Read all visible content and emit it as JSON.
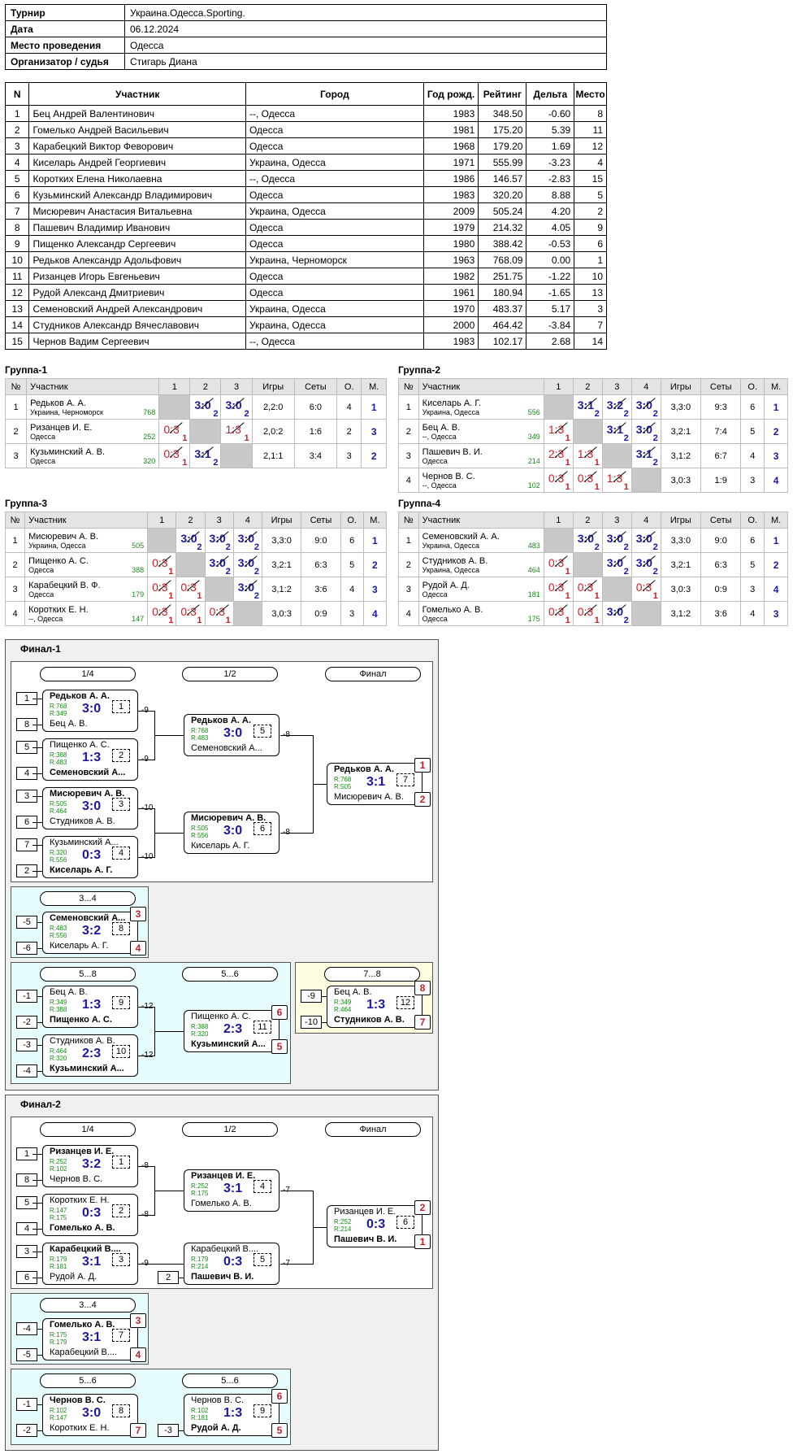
{
  "info": {
    "rows": [
      {
        "k": "Турнир",
        "v": "Украина.Одесса.Sporting."
      },
      {
        "k": "Дата",
        "v": "06.12.2024"
      },
      {
        "k": "Место проведения",
        "v": "Одесса"
      },
      {
        "k": "Организатор / судья",
        "v": "Стигарь Диана"
      }
    ]
  },
  "participants": {
    "headers": [
      "N",
      "Участник",
      "Город",
      "Год рожд.",
      "Рейтинг",
      "Дельта",
      "Место"
    ],
    "rows": [
      [
        "1",
        "Бец Андрей Валентинович",
        "--, Одесса",
        "1983",
        "348.50",
        "-0.60",
        "8"
      ],
      [
        "2",
        "Гомелько Андрей Васильевич",
        "Одесса",
        "1981",
        "175.20",
        "5.39",
        "11"
      ],
      [
        "3",
        "Карабецкий Виктор Феворович",
        "Одесса",
        "1968",
        "179.20",
        "1.69",
        "12"
      ],
      [
        "4",
        "Киселарь Андрей Георгиевич",
        "Украина, Одесса",
        "1971",
        "555.99",
        "-3.23",
        "4"
      ],
      [
        "5",
        "Коротких Елена Николаевна",
        "--, Одесса",
        "1986",
        "146.57",
        "-2.83",
        "15"
      ],
      [
        "6",
        "Кузьминский Александр Владимирович",
        "Одесса",
        "1983",
        "320.20",
        "8.88",
        "5"
      ],
      [
        "7",
        "Мисюревич Анастасия Витальевна",
        "Украина, Одесса",
        "2009",
        "505.24",
        "4.20",
        "2"
      ],
      [
        "8",
        "Пашевич Владимир Иванович",
        "Одесса",
        "1979",
        "214.32",
        "4.05",
        "9"
      ],
      [
        "9",
        "Пищенко Александр Сергеевич",
        "Одесса",
        "1980",
        "388.42",
        "-0.53",
        "6"
      ],
      [
        "10",
        "Редьков Александр Адольфович",
        "Украина, Черноморск",
        "1963",
        "768.09",
        "0.00",
        "1"
      ],
      [
        "11",
        "Ризанцев Игорь Евгеньевич",
        "Одесса",
        "1982",
        "251.75",
        "-1.22",
        "10"
      ],
      [
        "12",
        "Рудой Александ Дмитриевич",
        "Одесса",
        "1961",
        "180.94",
        "-1.65",
        "13"
      ],
      [
        "13",
        "Семеновский Андрей Александрович",
        "Украина, Одесса",
        "1970",
        "483.37",
        "5.17",
        "3"
      ],
      [
        "14",
        "Студников Александр Вячеславович",
        "Украина, Одесса",
        "2000",
        "464.42",
        "-3.84",
        "7"
      ],
      [
        "15",
        "Чернов Вадим Сергеевич",
        "--, Одесса",
        "1983",
        "102.17",
        "2.68",
        "14"
      ]
    ]
  },
  "group_headers": {
    "num": "№",
    "name": "Участник",
    "games": "Игры",
    "sets": "Сеты",
    "o": "О.",
    "m": "М."
  },
  "groups": [
    {
      "title": "Группа-1",
      "cols": [
        "1",
        "2",
        "3"
      ],
      "rows": [
        {
          "n": "1",
          "name": "Редьков А. А.",
          "city": "Украина, Черноморск",
          "r": "768",
          "cells": [
            null,
            [
              "3:0",
              "2",
              "w"
            ],
            [
              "3:0",
              "2",
              "w"
            ]
          ],
          "games": "2,2:0",
          "sets": "6:0",
          "o": "4",
          "m": "1"
        },
        {
          "n": "2",
          "name": "Ризанцев И. Е.",
          "city": "Одесса",
          "r": "252",
          "cells": [
            [
              "0:3",
              "1",
              "l"
            ],
            null,
            [
              "1:3",
              "1",
              "l"
            ]
          ],
          "games": "2,0:2",
          "sets": "1:6",
          "o": "2",
          "m": "3"
        },
        {
          "n": "3",
          "name": "Кузьминский А. В.",
          "city": "Одесса",
          "r": "320",
          "cells": [
            [
              "0:3",
              "1",
              "l"
            ],
            [
              "3:1",
              "2",
              "w"
            ],
            null
          ],
          "games": "2,1:1",
          "sets": "3:4",
          "o": "3",
          "m": "2"
        }
      ]
    },
    {
      "title": "Группа-2",
      "cols": [
        "1",
        "2",
        "3",
        "4"
      ],
      "rows": [
        {
          "n": "1",
          "name": "Киселарь А. Г.",
          "city": "Украина, Одесса",
          "r": "556",
          "cells": [
            null,
            [
              "3:1",
              "2",
              "w"
            ],
            [
              "3:2",
              "2",
              "w"
            ],
            [
              "3:0",
              "2",
              "w"
            ]
          ],
          "games": "3,3:0",
          "sets": "9:3",
          "o": "6",
          "m": "1"
        },
        {
          "n": "2",
          "name": "Бец А. В.",
          "city": "--, Одесса",
          "r": "349",
          "cells": [
            [
              "1:3",
              "1",
              "l"
            ],
            null,
            [
              "3:1",
              "2",
              "w"
            ],
            [
              "3:0",
              "2",
              "w"
            ]
          ],
          "games": "3,2:1",
          "sets": "7:4",
          "o": "5",
          "m": "2"
        },
        {
          "n": "3",
          "name": "Пашевич В. И.",
          "city": "Одесса",
          "r": "214",
          "cells": [
            [
              "2:3",
              "1",
              "l"
            ],
            [
              "1:3",
              "1",
              "l"
            ],
            null,
            [
              "3:1",
              "2",
              "w"
            ]
          ],
          "games": "3,1:2",
          "sets": "6:7",
          "o": "4",
          "m": "3"
        },
        {
          "n": "4",
          "name": "Чернов В. С.",
          "city": "--, Одесса",
          "r": "102",
          "cells": [
            [
              "0:3",
              "1",
              "l"
            ],
            [
              "0:3",
              "1",
              "l"
            ],
            [
              "1:3",
              "1",
              "l"
            ],
            null
          ],
          "games": "3,0:3",
          "sets": "1:9",
          "o": "3",
          "m": "4"
        }
      ]
    },
    {
      "title": "Группа-3",
      "cols": [
        "1",
        "2",
        "3",
        "4"
      ],
      "rows": [
        {
          "n": "1",
          "name": "Мисюревич А. В.",
          "city": "Украина, Одесса",
          "r": "505",
          "cells": [
            null,
            [
              "3:0",
              "2",
              "w"
            ],
            [
              "3:0",
              "2",
              "w"
            ],
            [
              "3:0",
              "2",
              "w"
            ]
          ],
          "games": "3,3:0",
          "sets": "9:0",
          "o": "6",
          "m": "1"
        },
        {
          "n": "2",
          "name": "Пищенко А. С.",
          "city": "Одесса",
          "r": "388",
          "cells": [
            [
              "0:3",
              "1",
              "l"
            ],
            null,
            [
              "3:0",
              "2",
              "w"
            ],
            [
              "3:0",
              "2",
              "w"
            ]
          ],
          "games": "3,2:1",
          "sets": "6:3",
          "o": "5",
          "m": "2"
        },
        {
          "n": "3",
          "name": "Карабецкий В. Ф.",
          "city": "Одесса",
          "r": "179",
          "cells": [
            [
              "0:3",
              "1",
              "l"
            ],
            [
              "0:3",
              "1",
              "l"
            ],
            null,
            [
              "3:0",
              "2",
              "w"
            ]
          ],
          "games": "3,1:2",
          "sets": "3:6",
          "o": "4",
          "m": "3"
        },
        {
          "n": "4",
          "name": "Коротких Е. Н.",
          "city": "--, Одесса",
          "r": "147",
          "cells": [
            [
              "0:3",
              "1",
              "l"
            ],
            [
              "0:3",
              "1",
              "l"
            ],
            [
              "0:3",
              "1",
              "l"
            ],
            null
          ],
          "games": "3,0:3",
          "sets": "0:9",
          "o": "3",
          "m": "4"
        }
      ]
    },
    {
      "title": "Группа-4",
      "cols": [
        "1",
        "2",
        "3",
        "4"
      ],
      "rows": [
        {
          "n": "1",
          "name": "Семеновский А. А.",
          "city": "Украина, Одесса",
          "r": "483",
          "cells": [
            null,
            [
              "3:0",
              "2",
              "w"
            ],
            [
              "3:0",
              "2",
              "w"
            ],
            [
              "3:0",
              "2",
              "w"
            ]
          ],
          "games": "3,3:0",
          "sets": "9:0",
          "o": "6",
          "m": "1"
        },
        {
          "n": "2",
          "name": "Студников А. В.",
          "city": "Украина, Одесса",
          "r": "464",
          "cells": [
            [
              "0:3",
              "1",
              "l"
            ],
            null,
            [
              "3:0",
              "2",
              "w"
            ],
            [
              "3:0",
              "2",
              "w"
            ]
          ],
          "games": "3,2:1",
          "sets": "6:3",
          "o": "5",
          "m": "2"
        },
        {
          "n": "3",
          "name": "Рудой А. Д.",
          "city": "Одесса",
          "r": "181",
          "cells": [
            [
              "0:3",
              "1",
              "l"
            ],
            [
              "0:3",
              "1",
              "l"
            ],
            null,
            [
              "0:3",
              "1",
              "l"
            ]
          ],
          "games": "3,0:3",
          "sets": "0:9",
          "o": "3",
          "m": "4"
        },
        {
          "n": "4",
          "name": "Гомелько А. В.",
          "city": "Одесса",
          "r": "175",
          "cells": [
            [
              "0:3",
              "1",
              "l"
            ],
            [
              "0:3",
              "1",
              "l"
            ],
            [
              "3:0",
              "2",
              "w"
            ],
            null
          ],
          "games": "3,1:2",
          "sets": "3:6",
          "o": "4",
          "m": "3"
        }
      ]
    }
  ],
  "final1": {
    "title": "Финал-1",
    "rounds": [
      "1/4",
      "1/2",
      "Финал",
      "3...4",
      "5...8",
      "5...6",
      "7...8"
    ],
    "seeds": [
      "1",
      "8",
      "5",
      "4",
      "3",
      "6",
      "7",
      "2",
      "-5",
      "-6",
      "-1",
      "-2",
      "-3",
      "-4",
      "-9",
      "-10"
    ],
    "matches": [
      {
        "p1": "Редьков А. А.",
        "p2": "Бец А. В.",
        "r1": "R:768",
        "r2": "R:349",
        "s": "3:0",
        "no": "1",
        "lose": "-9"
      },
      {
        "p1": "Пищенко А. С.",
        "p2": "Семеновский А...",
        "r1": "R:388",
        "r2": "R:483",
        "s": "1:3",
        "no": "2",
        "lose": "-9"
      },
      {
        "p1": "Мисюревич А. В.",
        "p2": "Студников А. В.",
        "r1": "R:505",
        "r2": "R:464",
        "s": "3:0",
        "no": "3",
        "lose": "-10"
      },
      {
        "p1": "Кузьминский А...",
        "p2": "Киселарь А. Г.",
        "r1": "R:320",
        "r2": "R:556",
        "s": "0:3",
        "no": "4",
        "lose": "-10"
      },
      {
        "p1": "Редьков А. А.",
        "p2": "Семеновский А...",
        "r1": "R:768",
        "r2": "R:483",
        "s": "3:0",
        "no": "5",
        "lose": "-8"
      },
      {
        "p1": "Мисюревич А. В.",
        "p2": "Киселарь А. Г.",
        "r1": "R:505",
        "r2": "R:556",
        "s": "3:0",
        "no": "6",
        "lose": "-8"
      },
      {
        "p1": "Редьков А. А.",
        "p2": "Мисюревич А. В.",
        "r1": "R:768",
        "r2": "R:505",
        "s": "3:1",
        "no": "7",
        "pl1": "1",
        "pl2": "2"
      },
      {
        "p1": "Семеновский А...",
        "p2": "Киселарь А. Г.",
        "r1": "R:483",
        "r2": "R:556",
        "s": "3:2",
        "no": "8",
        "pl1": "3",
        "pl2": "4"
      },
      {
        "p1": "Бец А. В.",
        "p2": "Пищенко А. С.",
        "r1": "R:349",
        "r2": "R:388",
        "s": "1:3",
        "no": "9",
        "lose": "-12"
      },
      {
        "p1": "Студников А. В.",
        "p2": "Кузьминский А...",
        "r1": "R:464",
        "r2": "R:320",
        "s": "2:3",
        "no": "10",
        "lose": "-12"
      },
      {
        "p1": "Пищенко А. С.",
        "p2": "Кузьминский А...",
        "r1": "R:388",
        "r2": "R:320",
        "s": "2:3",
        "no": "11",
        "pl1": "6",
        "pl2": "5"
      },
      {
        "p1": "Бец А. В.",
        "p2": "Студников А. В.",
        "r1": "R:349",
        "r2": "R:464",
        "s": "1:3",
        "no": "12",
        "pl1": "8",
        "pl2": "7"
      }
    ]
  },
  "final2": {
    "title": "Финал-2",
    "rounds": [
      "1/4",
      "1/2",
      "Финал",
      "3...4",
      "5...6",
      "5...6"
    ],
    "seeds": [
      "1",
      "8",
      "5",
      "4",
      "3",
      "6",
      "2",
      "-4",
      "-5",
      "-1",
      "-2",
      "-3"
    ],
    "matches": [
      {
        "p1": "Ризанцев И. Е.",
        "p2": "Чернов В. С.",
        "r1": "R:252",
        "r2": "R:102",
        "s": "3:2",
        "no": "1",
        "lose": "-8"
      },
      {
        "p1": "Коротких Е. Н.",
        "p2": "Гомелько А. В.",
        "r1": "R:147",
        "r2": "R:175",
        "s": "0:3",
        "no": "2",
        "lose": "-8"
      },
      {
        "p1": "Карабецкий В....",
        "p2": "Рудой А. Д.",
        "r1": "R:179",
        "r2": "R:181",
        "s": "3:1",
        "no": "3",
        "lose": "-9"
      },
      {
        "p1": "Ризанцев И. Е.",
        "p2": "Гомелько А. В.",
        "r1": "R:252",
        "r2": "R:175",
        "s": "3:1",
        "no": "4",
        "lose": "-7"
      },
      {
        "p1": "Карабецкий В....",
        "p2": "Пашевич В. И.",
        "r1": "R:179",
        "r2": "R:214",
        "s": "0:3",
        "no": "5",
        "lose": "-7"
      },
      {
        "p1": "Ризанцев И. Е.",
        "p2": "Пашевич В. И.",
        "r1": "R:252",
        "r2": "R:214",
        "s": "0:3",
        "no": "6",
        "pl1": "2",
        "pl2": "1"
      },
      {
        "p1": "Гомелько А. В.",
        "p2": "Карабецкий В....",
        "r1": "R:175",
        "r2": "R:179",
        "s": "3:1",
        "no": "7",
        "pl1": "3",
        "pl2": "4"
      },
      {
        "p1": "Чернов В. С.",
        "p2": "Коротких Е. Н.",
        "r1": "R:102",
        "r2": "R:147",
        "s": "3:0",
        "no": "8",
        "pl2": "7"
      },
      {
        "p1": "Чернов В. С.",
        "p2": "Рудой А. Д.",
        "r1": "R:102",
        "r2": "R:181",
        "s": "1:3",
        "no": "9",
        "pl1": "6",
        "pl2": "5"
      }
    ]
  }
}
